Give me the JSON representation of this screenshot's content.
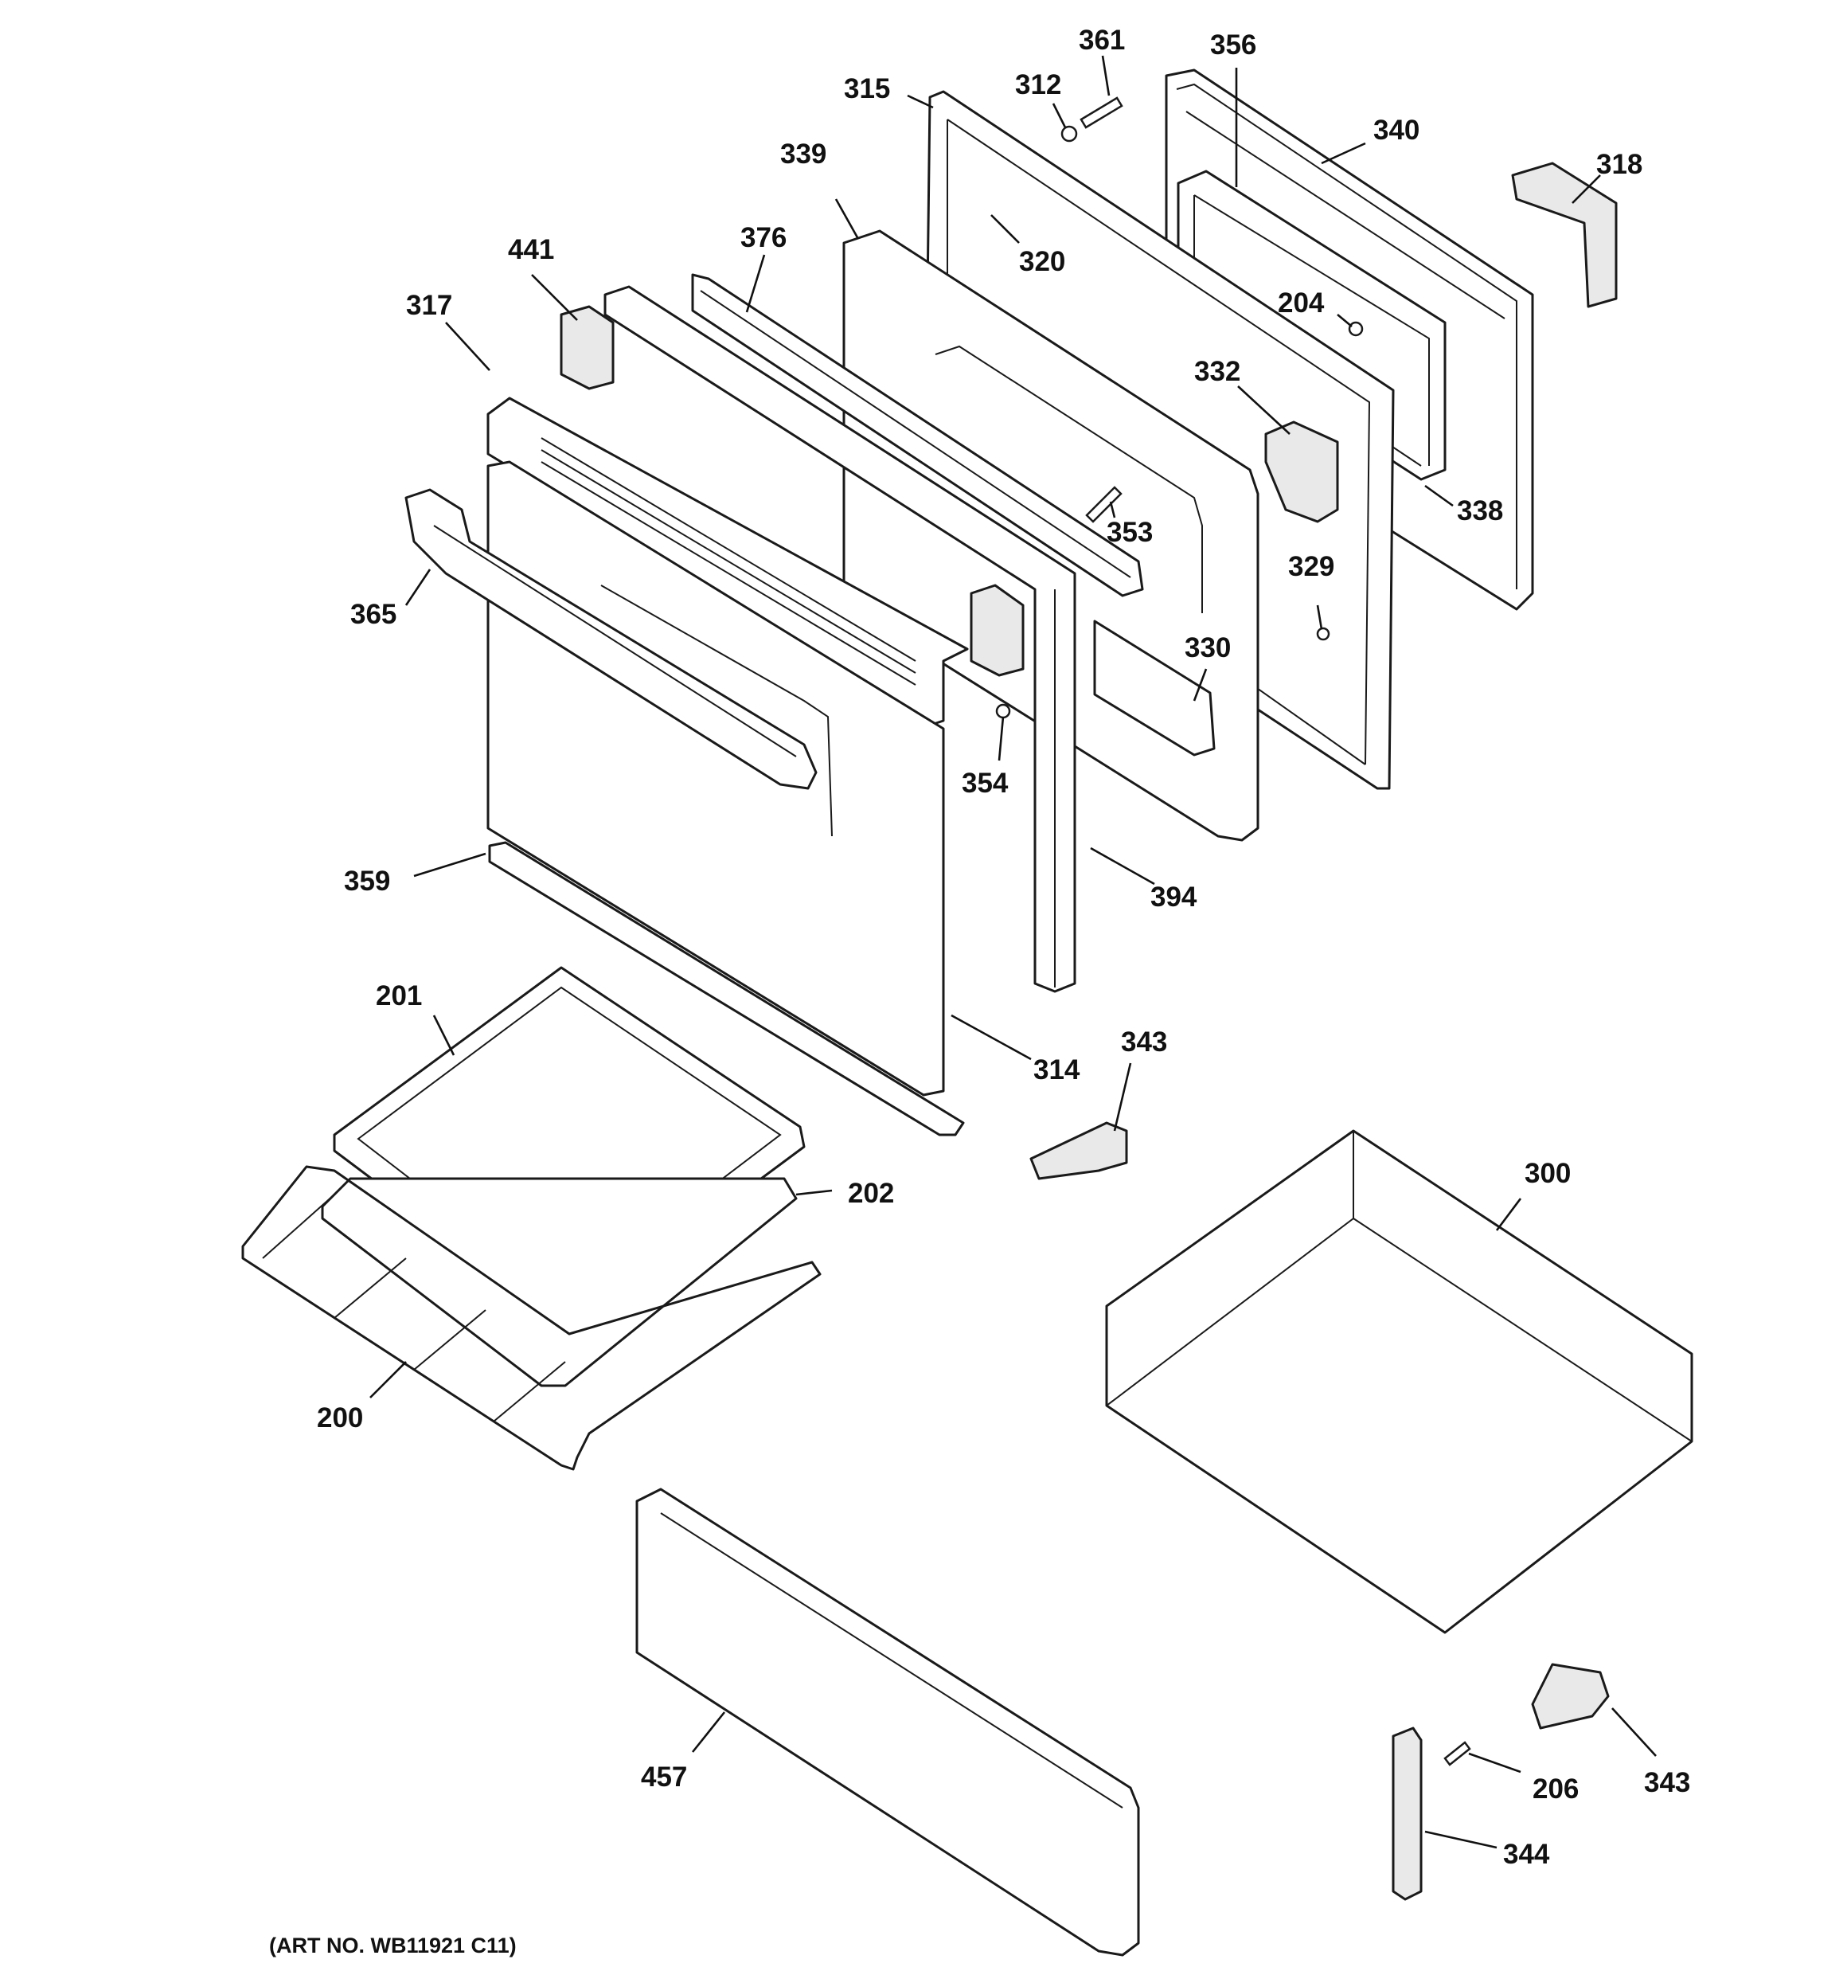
{
  "diagram": {
    "caption": "(ART NO. WB11921 C11)",
    "parts": [
      {
        "id": "p361",
        "label": "361"
      },
      {
        "id": "p356",
        "label": "356"
      },
      {
        "id": "p315",
        "label": "315"
      },
      {
        "id": "p312",
        "label": "312"
      },
      {
        "id": "p340",
        "label": "340"
      },
      {
        "id": "p339",
        "label": "339"
      },
      {
        "id": "p318",
        "label": "318"
      },
      {
        "id": "p376",
        "label": "376"
      },
      {
        "id": "p320",
        "label": "320"
      },
      {
        "id": "p441",
        "label": "441"
      },
      {
        "id": "p204",
        "label": "204"
      },
      {
        "id": "p317",
        "label": "317"
      },
      {
        "id": "p332",
        "label": "332"
      },
      {
        "id": "p338",
        "label": "338"
      },
      {
        "id": "p353",
        "label": "353"
      },
      {
        "id": "p365",
        "label": "365"
      },
      {
        "id": "p329",
        "label": "329"
      },
      {
        "id": "p330",
        "label": "330"
      },
      {
        "id": "p354",
        "label": "354"
      },
      {
        "id": "p359",
        "label": "359"
      },
      {
        "id": "p394",
        "label": "394"
      },
      {
        "id": "p201",
        "label": "201"
      },
      {
        "id": "p343a",
        "label": "343"
      },
      {
        "id": "p314",
        "label": "314"
      },
      {
        "id": "p300",
        "label": "300"
      },
      {
        "id": "p202",
        "label": "202"
      },
      {
        "id": "p200",
        "label": "200"
      },
      {
        "id": "p457",
        "label": "457"
      },
      {
        "id": "p206",
        "label": "206"
      },
      {
        "id": "p343b",
        "label": "343"
      },
      {
        "id": "p344",
        "label": "344"
      }
    ]
  }
}
